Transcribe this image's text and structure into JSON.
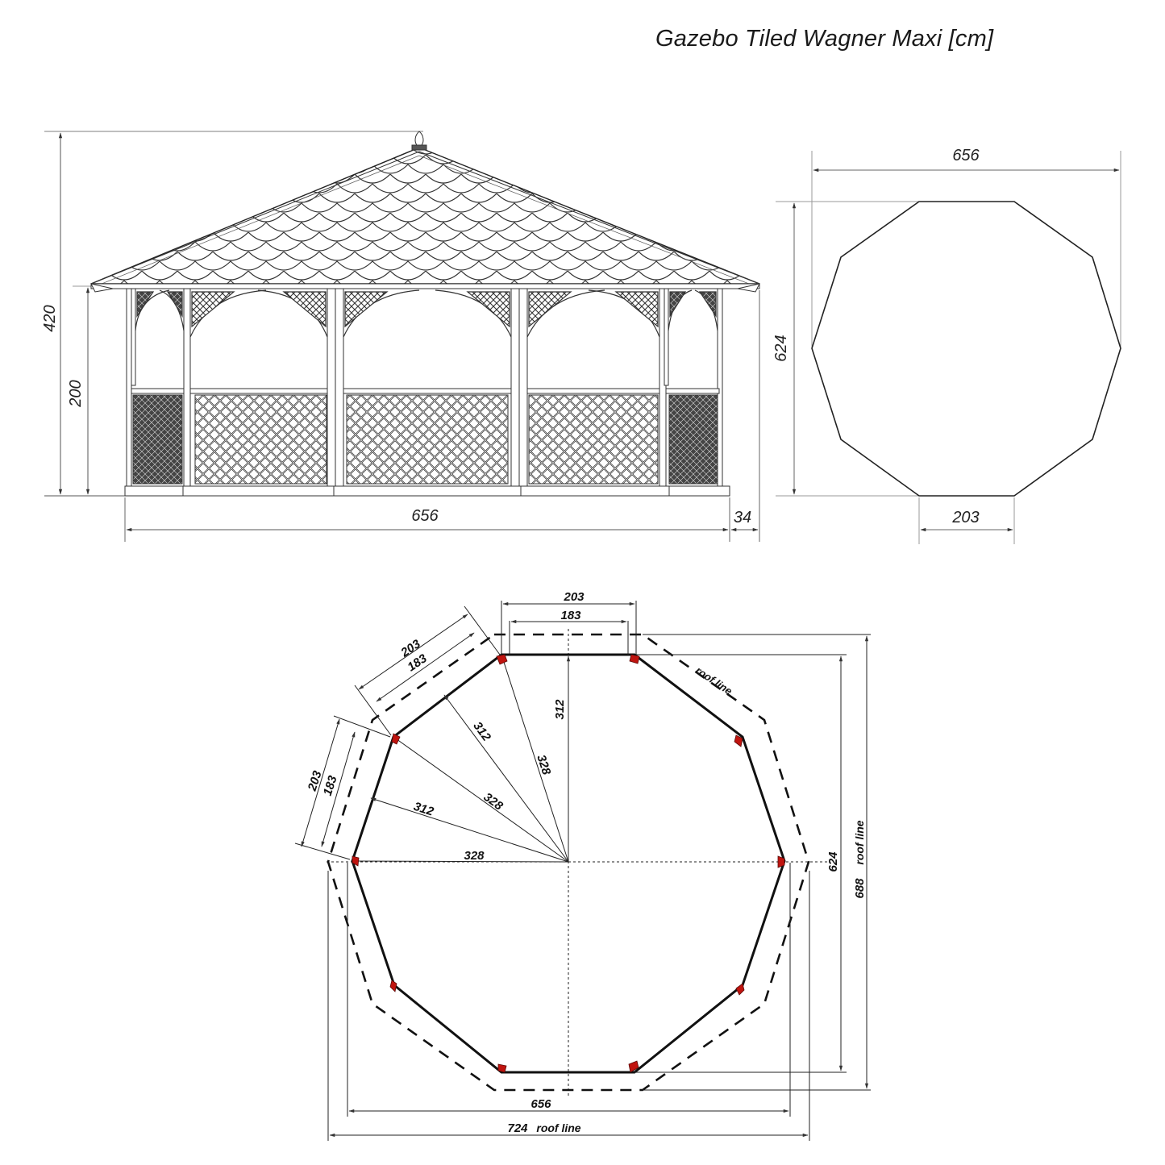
{
  "title": "Gazebo Tiled Wagner Maxi [cm]",
  "elevation": {
    "total_height": "420",
    "wall_height": "200",
    "base_width": "656",
    "overhang": "34"
  },
  "top_view": {
    "width": "656",
    "depth": "624",
    "side_length": "203"
  },
  "plan": {
    "side_outer": "203",
    "side_inner": "183",
    "side_outer_left": "203",
    "side_inner_left": "183",
    "side_outer_top": "203",
    "side_inner_top": "183",
    "apothem_vertical": "312",
    "apothem_diag": "312",
    "apothem_left": "312",
    "radius_diag_1": "328",
    "radius_diag_2": "328",
    "radius_horizontal": "328",
    "roof_line_label": "roof line",
    "depth_posts": "624",
    "depth_roof": "688",
    "depth_roof_label": "roof line",
    "width_posts": "656",
    "width_roof": "724",
    "width_roof_label": "roof line",
    "post_marker_color": "#c0140f"
  }
}
